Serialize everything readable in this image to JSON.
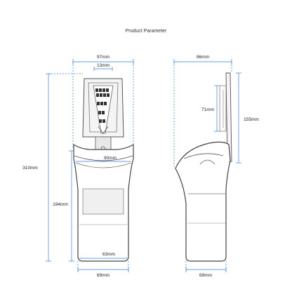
{
  "title": "Product Parameter",
  "dimensions": {
    "front_width": "97mm",
    "code_panel_width": "13mm",
    "total_height": "310mm",
    "inner_width": "90mm",
    "body_height": "194mm",
    "bottom_inner_width": "63mm",
    "front_base_width": "69mm",
    "side_depth": "86mm",
    "panel_inner_height": "71mm",
    "panel_height": "155mm",
    "side_base_width": "69mm"
  },
  "colors": {
    "dimension_line": "#3a7fd5",
    "outline": "#555555",
    "panel_fill": "#f2f2f2"
  }
}
